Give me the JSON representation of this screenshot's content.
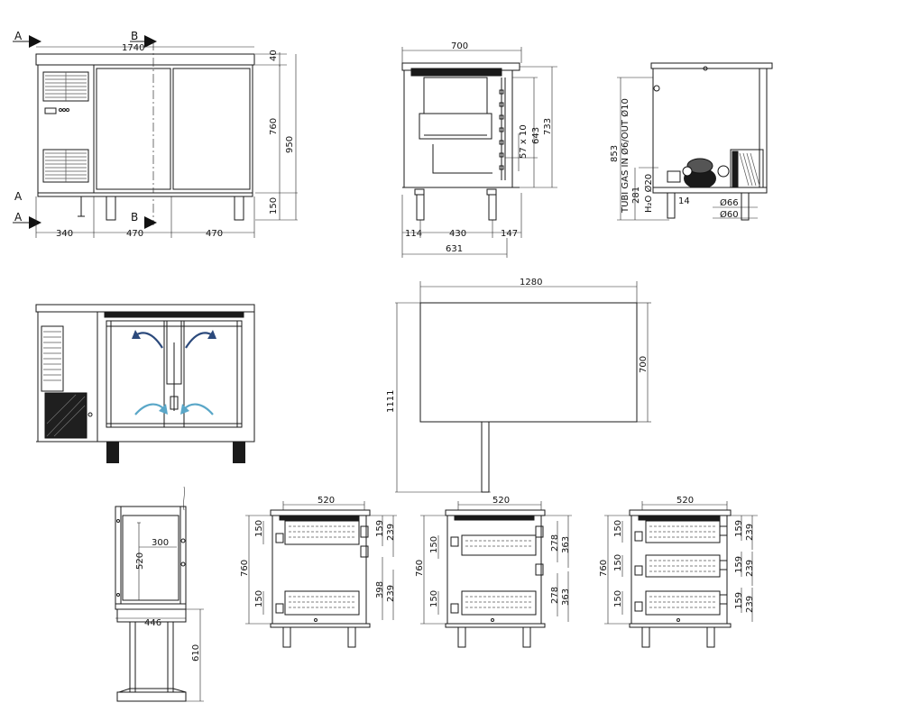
{
  "section_labels": {
    "a": "A",
    "b": "B"
  },
  "front_view": {
    "total_width": "1740",
    "top_thickness": "40",
    "body_height": "760",
    "total_height": "950",
    "leg_height": "150",
    "bottom_widths": [
      "340",
      "470",
      "470"
    ]
  },
  "side_view": {
    "depth_top": "700",
    "shelf_slots": "57 x 10",
    "inner_height": "643",
    "outer_height": "733",
    "bottom_dims": [
      "114",
      "430",
      "147"
    ],
    "total_depth": "631"
  },
  "unit_view": {
    "height": "853",
    "gas_note": "TUBI GAS IN Ø6/OUT Ø10",
    "water_dim": "281",
    "water_note": "H₂O Ø20",
    "diam_1": "Ø66",
    "diam_2": "Ø60",
    "small": "14"
  },
  "top_view": {
    "width": "1280",
    "depth": "700",
    "total": "1111"
  },
  "pan_view": {
    "inner_width": "300",
    "inner_height": "520",
    "base_width": "446",
    "base_height": "610"
  },
  "drawer_views": [
    {
      "top_width": "520",
      "height": "760",
      "left_dims": [
        "150",
        "150"
      ],
      "right_dims": [
        "159",
        "239",
        "398",
        "239"
      ]
    },
    {
      "top_width": "520",
      "height": "760",
      "left_dims": [
        "150",
        "150"
      ],
      "right_dims": [
        "278",
        "363",
        "278",
        "363"
      ]
    },
    {
      "top_width": "520",
      "height": "760",
      "left_dims": [
        "150",
        "150",
        "150"
      ],
      "right_dims": [
        "159",
        "239",
        "159",
        "239",
        "159",
        "239"
      ]
    }
  ],
  "colors": {
    "airflow_dark": "#2c4a7c",
    "airflow_light": "#5aa7c8",
    "line": "#1a1a1a"
  }
}
